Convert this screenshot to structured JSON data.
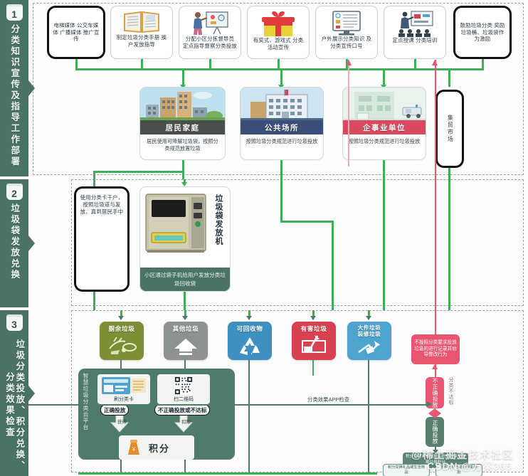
{
  "stages": [
    {
      "number": "1",
      "label": "分类知识宣传及指导工作部署"
    },
    {
      "number": "2",
      "label": "垃圾袋发放兑换"
    },
    {
      "number": "3",
      "label": "垃圾分类投放、积分兑换、分类效果检查"
    }
  ],
  "row1_cards": [
    {
      "name": "media-promotion",
      "icon": "none",
      "text": "电梯媒体\n公交车媒体\n广播媒体\n推广宣传",
      "style": "black"
    },
    {
      "name": "manual-book",
      "icon": "book-icon",
      "text": "制定垃圾分类手册\n挨户发放指导",
      "style": "plain"
    },
    {
      "name": "community-instructor",
      "icon": "presenter-icon",
      "text": "分配小区分拣督导员\n定点指导督察分类投放",
      "style": "plain"
    },
    {
      "name": "gift-activity",
      "icon": "gift-icon",
      "text": "有奖式、游戏式\n分类活动宣传",
      "style": "plain"
    },
    {
      "name": "outdoor-display",
      "icon": "monitor-icon",
      "text": "户外展示分类知识\n及分类宣传口号",
      "style": "plain"
    },
    {
      "name": "site-training",
      "icon": "training-icon",
      "text": "定点授课\n分类培训",
      "style": "plain"
    },
    {
      "name": "incentive-policy",
      "icon": "none",
      "text": "鼓励垃圾分类\n奖励垃圾桶、垃圾袋作为激励",
      "style": "black"
    }
  ],
  "row2_venues": [
    {
      "name": "resident-household",
      "band_label": "居民家庭",
      "band_color": "#4a4f4c",
      "sky_color": "#bfe0ee",
      "desc": "居民使用可降解垃圾袋，按照分类规范放置垃圾"
    },
    {
      "name": "public-place",
      "band_label": "公共场所",
      "band_color": "#3b4f7a",
      "sky_color": "#cfe4f2",
      "desc": "按照垃圾分类规范进行垃圾投放"
    },
    {
      "name": "enterprise-institution",
      "band_label": "企事业单位",
      "band_color": "#d94a60",
      "sky_color": "#e9f3ec",
      "desc": "按照垃圾分类规范进行垃圾投放"
    }
  ],
  "market_box": {
    "name": "farmers-market",
    "label": "集贸市场"
  },
  "stage2": {
    "left_note": "使用分类卡千户，按照垃圾道与发放、真到居民手中",
    "vending": {
      "side_label": "垃圾袋发放机",
      "caption": "小区通过袋子机给用户发放分类垃圾回收袋"
    }
  },
  "categories": [
    {
      "name": "kitchen-waste",
      "label": "厨余垃圾",
      "color": "#7d8f34",
      "icon": "food-icon"
    },
    {
      "name": "other-waste",
      "label": "其他垃圾",
      "color": "#8d9490",
      "icon": "dustbin-icon"
    },
    {
      "name": "recyclable-waste",
      "label": "可回收物",
      "color": "#3f8fc0",
      "icon": "recycle-icon"
    },
    {
      "name": "hazardous-waste",
      "label": "有害垃圾",
      "color": "#d8414f",
      "icon": "battery-icon"
    },
    {
      "name": "bulky-waste",
      "label": "大件垃圾\n装修垃圾",
      "color": "#4fa3cf",
      "icon": "furniture-icon"
    }
  ],
  "platform": {
    "side_label": "智慧垃圾分类云平台",
    "card_swipe": {
      "name": "classification-card",
      "caption": "刷分类卡"
    },
    "qr_scan": {
      "name": "qr-code",
      "caption": "扫二维码"
    },
    "correct_pill": "正确投放",
    "incorrect_pill": "不正确投放或不达标",
    "arrow_correct_label": "获得",
    "arrow_incorrect_label": "扣除",
    "points_label": "积分"
  },
  "right_column": {
    "inspect_label": "分类效果APP检查",
    "notice_box": "不按照分类要求投放垃圾的进行记录并劝导整改行为",
    "incorrect_box": "不正确投放",
    "correct_box": "正确投放",
    "vertical_note": "分类不达标",
    "summary_box": "积分管理平台对居民积分记录及定期兑换积分",
    "result_left": "积分兑换礼品或生活用品",
    "result_right": "按积分排名进行表彰奖励"
  },
  "watermarks": {
    "top": "@稀土掘金技术社区",
    "bottom": "CSDN @方案365"
  },
  "colors": {
    "stage_bg": "#4a7267",
    "flow_green": "#3fae5a",
    "flow_red": "#e8566f",
    "platform_bg": "#4f7a6e"
  }
}
